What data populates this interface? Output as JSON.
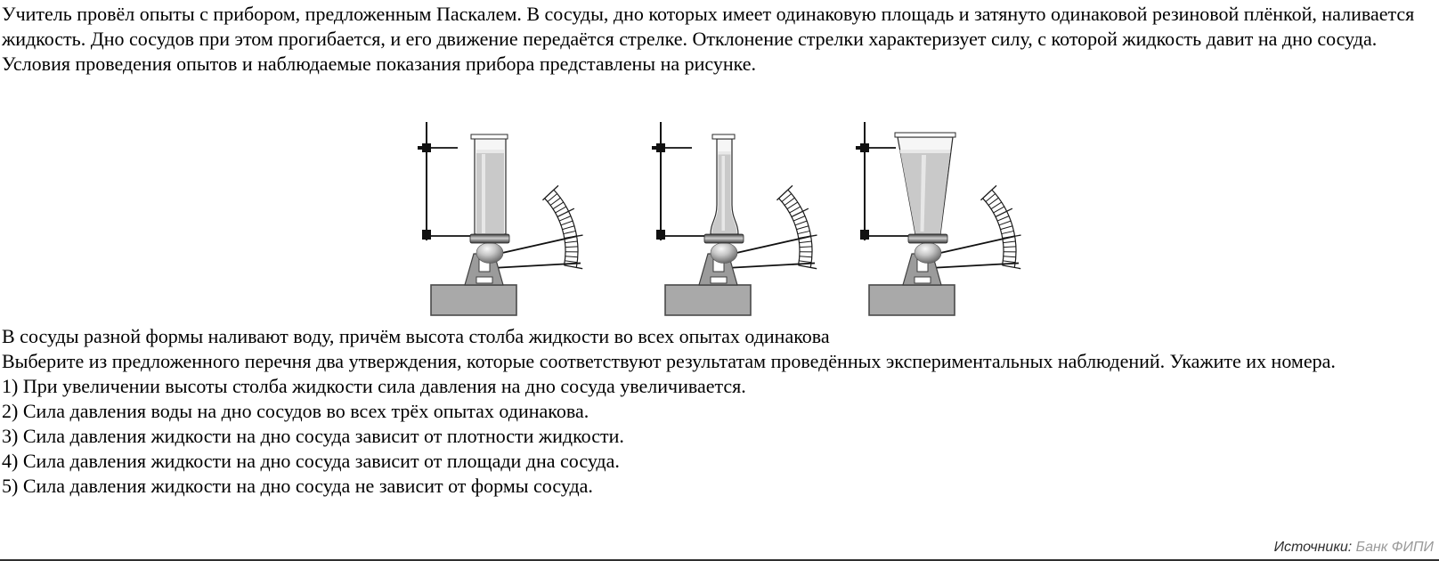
{
  "problem": {
    "intro": "Учитель провёл опыты с прибором, предложенным Паскалем. В сосуды, дно которых имеет одинаковую площадь и затянуто одинаковой резиновой плёнкой, наливается жидкость. Дно сосудов при этом прогибается, и его движение передаётся стрелке. Отклонение стрелки характеризует силу, с которой жидкость давит на дно сосуда.",
    "figure_caption": "Условия проведения опытов и наблюдаемые показания прибора представлены на рисунке.",
    "condition": "В сосуды разной формы наливают воду, причём высота столба жидкости во всех опытах одинакова",
    "instruction": "Выберите из предложенного перечня два утверждения, которые соответствуют результатам проведённых экспериментальных наблюдений. Укажите их номера.",
    "options": [
      "1) При увеличении высоты столба жидкости сила давления на дно сосуда увеличивается.",
      "2) Сила давления воды на дно сосудов во всех трёх опытах одинакова.",
      "3) Сила давления жидкости на дно сосуда зависит от плотности жидкости.",
      "4) Сила давления жидкости на дно сосуда зависит от площади дна сосуда.",
      "5) Сила давления жидкости на дно сосуда не зависит от формы сосуда."
    ]
  },
  "figure": {
    "experiments": [
      {
        "id": "experiment-1",
        "vessel_shape": "narrow-cylinder"
      },
      {
        "id": "experiment-2",
        "vessel_shape": "flask-with-bulb"
      },
      {
        "id": "experiment-3",
        "vessel_shape": "inverted-cone"
      }
    ]
  },
  "footer": {
    "label": "Источники:",
    "source": "Банк ФИПИ"
  },
  "colors": {
    "text": "#000000",
    "liquid": "#c9c9c9",
    "liquid_surface": "#e8e8e8",
    "stand": "#9b9b9b",
    "base": "#a9a9a9",
    "footer_label": "#2f2f2f",
    "footer_source": "#9a9a9a",
    "bottom_rule": "#2f2f2f"
  }
}
